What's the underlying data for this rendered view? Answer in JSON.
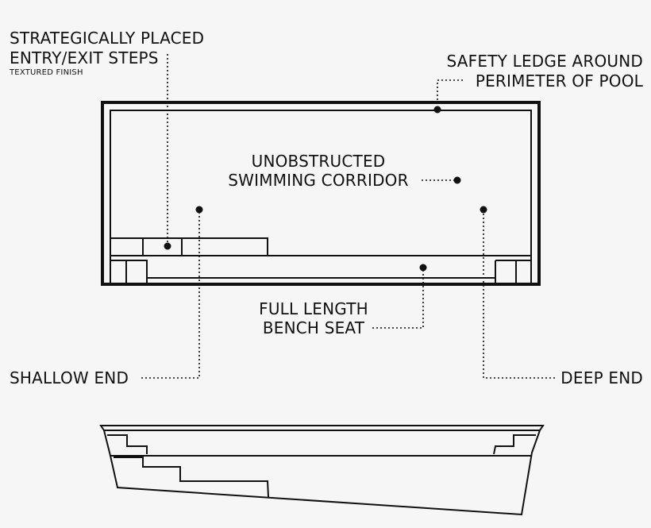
{
  "labels": {
    "steps_line1": "STRATEGICALLY PLACED",
    "steps_line2": "ENTRY/EXIT STEPS",
    "steps_note": "TEXTURED FINISH",
    "ledge_line1": "SAFETY LEDGE AROUND",
    "ledge_line2": "PERIMETER OF POOL",
    "corridor_line1": "UNOBSTRUCTED",
    "corridor_line2": "SWIMMING CORRIDOR",
    "bench_line1": "FULL LENGTH",
    "bench_line2": "BENCH SEAT",
    "shallow": "SHALLOW END",
    "deep": "DEEP END"
  },
  "colors": {
    "line": "#111111",
    "background": "#f6f6f6"
  }
}
